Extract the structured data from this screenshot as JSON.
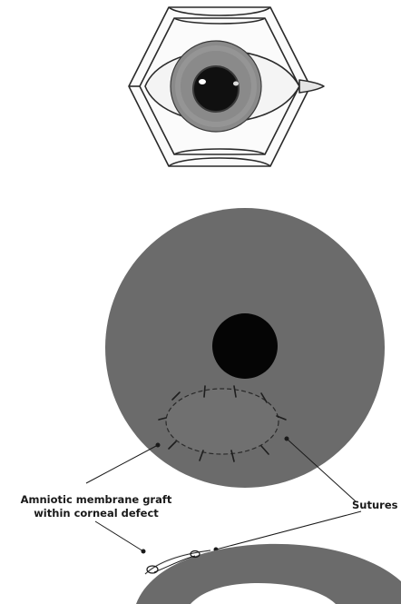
{
  "labels": {
    "graft_line1": "Amniotic membrane graft",
    "graft_line2": "within corneal defect",
    "sutures": "Sutures"
  },
  "colors": {
    "cornea_fill": "#6b6b6b",
    "pupil_fill": "#050505",
    "iris_fill": "#8a8a8a",
    "outline": "#2a2a2a",
    "background": "#ffffff"
  },
  "icons": {
    "top_figure": "eye-front-view-icon",
    "middle_figure": "cornea-with-graft-icon",
    "bottom_figure": "cornea-cross-section-icon"
  }
}
